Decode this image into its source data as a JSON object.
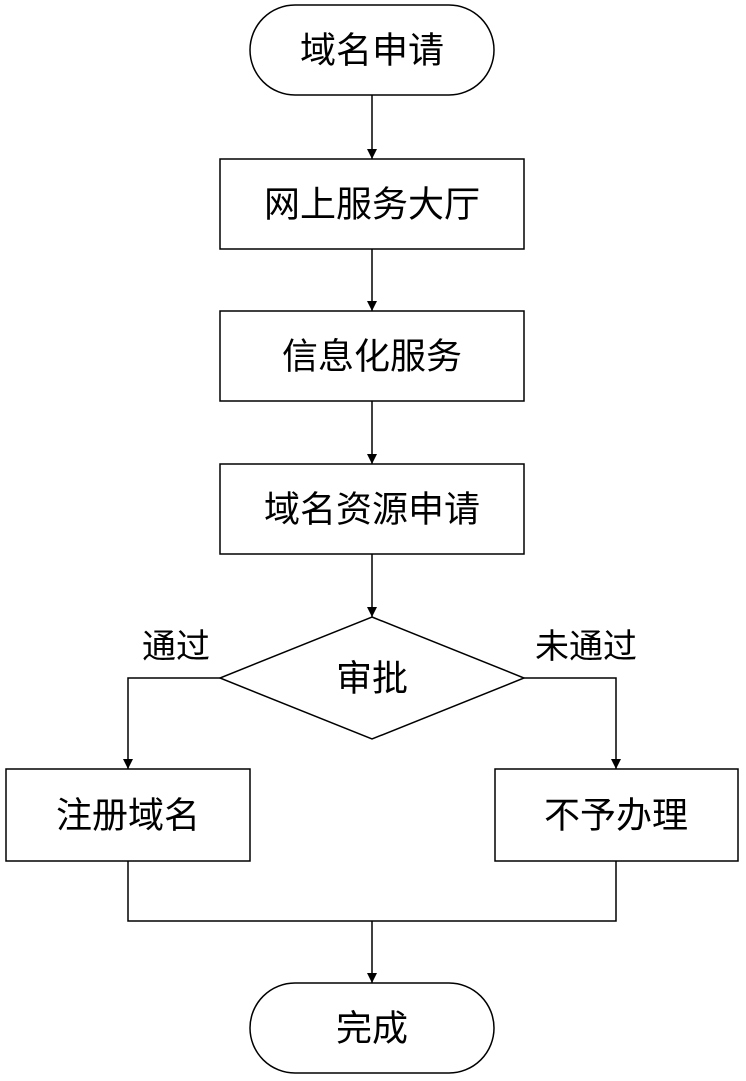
{
  "nodes": {
    "start": "域名申请",
    "online_hall": "网上服务大厅",
    "info_service": "信息化服务",
    "resource_apply": "域名资源申请",
    "review": "审批",
    "register": "注册域名",
    "reject": "不予办理",
    "finish": "完成"
  },
  "edges": {
    "pass": "通过",
    "fail": "未通过"
  },
  "colors": {
    "stroke": "#000000",
    "fill": "#ffffff",
    "text": "#000000"
  }
}
